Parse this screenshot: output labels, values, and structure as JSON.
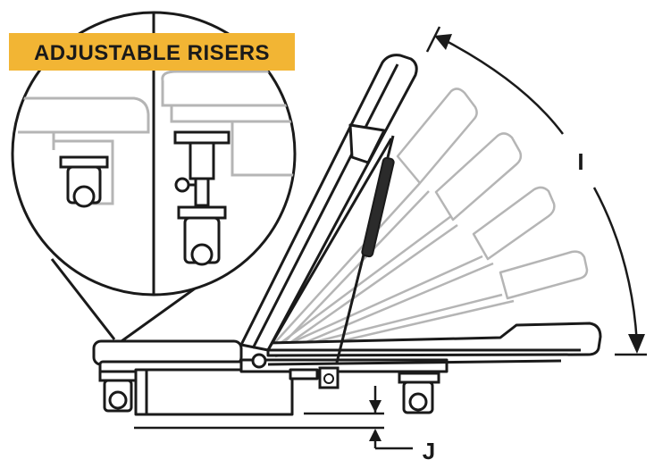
{
  "badge": {
    "text": "ADJUSTABLE RISERS",
    "color": "#f2b534"
  },
  "dimensions": {
    "tilt_label": "I",
    "riser_label": "J"
  },
  "colors": {
    "line": "#1a1a1a",
    "ghost": "#b5b5b5",
    "strut": "#2b2b2b"
  }
}
